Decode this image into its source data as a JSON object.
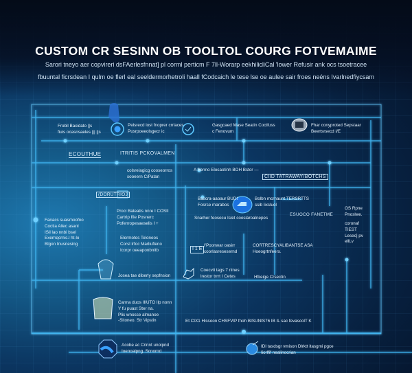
{
  "title": "CUSTOM CR SESINN OB TOOLTOL COURG FOTVEMAIME",
  "subtitle": [
    "Sarori tneyo aer copvireri dsFAerlesfnnat] pl corml perticm F 7ll-Worarp eekhilicliCal 'lower Refusir ank ocs tsoetracee",
    "fbuuntal ficrsdean I qulm oe flerl eal seeldermorhetroli haall fCodcaich le tese lse oe aulee sair froes neéns Ivarlnedfiycsam"
  ],
  "headers": {
    "left": "ECOUTHUE",
    "center": "ITRITIS PCKOVALMEN",
    "right": "CIID TATRAWAY/BOTCHS",
    "tag": "(DORUTRIOJ",
    "arrow": "ESUOCO FANETME"
  },
  "nodes": {
    "n1": [
      "Frobll Bacidato ||s",
      "fiuis ocasnsaeles ||| ||s"
    ],
    "n2": [
      "Pelsrecd lost fnoprer crrlaces",
      "Pusrpoeeolsgecr ic"
    ],
    "n3": [
      "Gasgcaed Mase Seatin Coctfuss",
      "c Fenovum"
    ],
    "n4": [
      "Fhar conyproted Sepstaar",
      "Beertsrsecd I/E"
    ],
    "n5": [
      "colsrelagicg cooseorros",
      "sooeern C/Patan"
    ],
    "n6": [
      "A frenno Elocaotinh BOH Bstor —"
    ],
    "n7": [
      "Proci Bateatis nnre I COSII",
      "Cartrip Ifie Posnerc",
      "Pofenropesaeselis I +"
    ],
    "n8": [
      "Fanacs suasmoofno",
      "Coctia Allec asanl",
      "ISil lao nnbi bsel",
      "Exernqcrnis.l ht-lo",
      "Blgon tnusnesing"
    ],
    "n9": [
      "Elermotes Teloneos",
      "Corsl lrfoc Marliufleno",
      "Icorpr oeeaponbnitb"
    ],
    "n10": [
      "Josea tae diberly sepfnsion"
    ],
    "n11": [
      "Bascra-aaoaur BUDI",
      "Fosrse marabos"
    ],
    "n12": [
      "Bolbn mcrnaunt.TERSRTTS",
      "ssib lixsluol"
    ],
    "n13": [
      "Snarher feosocu Islet cooslaroalnepes"
    ],
    "n14": [
      "OS Rpne",
      "Pnoslwe."
    ],
    "n15": [
      "coronaf",
      "TIEST",
      "Lesec] pv",
      "ellLv"
    ],
    "n16_badge": "I 1 E",
    "n16": [
      "I'Poonwar oasirr",
      "coorlasresesernd"
    ],
    "n17": [
      "CORTRESCYALIBANTSE ASA",
      "Hoeogrtnfeers."
    ],
    "n18": [
      "Coecvti tags 7 nlnes",
      "lrestor trrrt I Cetes"
    ],
    "n19": [
      "Hfiieige Crsectin"
    ],
    "n20": [
      "Canna duos IIIUTO Ilp nonn",
      "Y fu puast Ster na.",
      "Plis wnosse almanoe",
      "-Sitoneo. Str Vipstin"
    ],
    "n21": [
      "Et CIX1 Hissoon CHSFVIP fnoh BISUNIS76 IB IL sac fevascolT K"
    ],
    "n22": [
      "Acobe ac Crinnt unolpnd",
      "Ioenoalpng. Scnornd"
    ],
    "n23": [
      "IDI tasdsgr vmison Dlrktt itasgmi pgce",
      "Iiorlfif nealinocrian"
    ]
  },
  "colors": {
    "line": "#3fb4f0",
    "glow": "#6fd0ff",
    "accent": "#2a7fe0"
  }
}
